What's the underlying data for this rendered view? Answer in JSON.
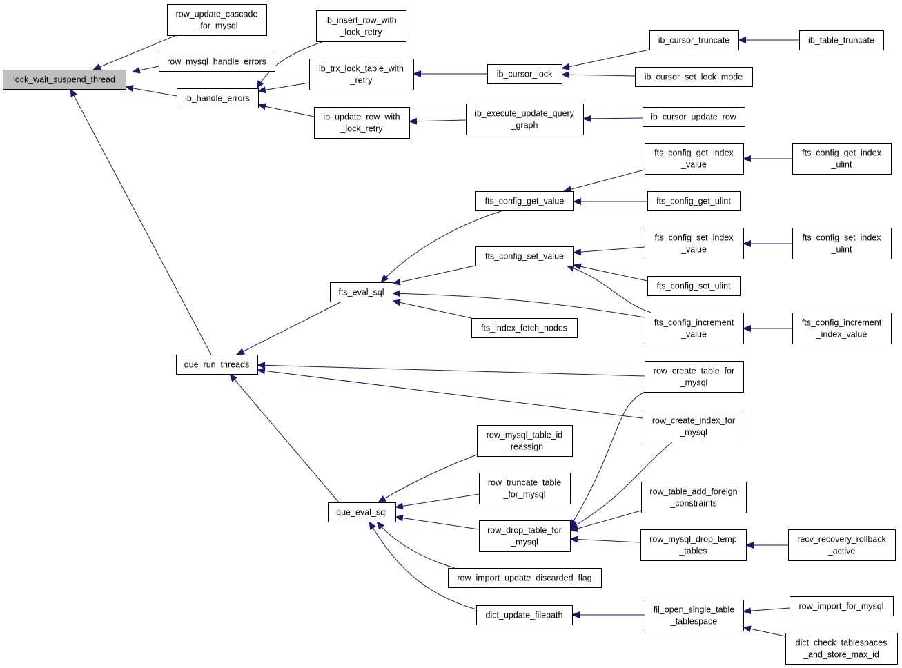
{
  "diagram": {
    "type": "call-graph",
    "edge_color": "#191970",
    "root_fill": "#bfbfbf",
    "nodes": [
      {
        "id": "lock_wait_suspend_thread",
        "lines": [
          "lock_wait_suspend_thread"
        ],
        "root": true
      },
      {
        "id": "row_update_cascade_for_mysql",
        "lines": [
          "row_update_cascade",
          "_for_mysql"
        ]
      },
      {
        "id": "row_mysql_handle_errors",
        "lines": [
          "row_mysql_handle_errors"
        ]
      },
      {
        "id": "ib_handle_errors",
        "lines": [
          "ib_handle_errors"
        ]
      },
      {
        "id": "que_run_threads",
        "lines": [
          "que_run_threads"
        ]
      },
      {
        "id": "ib_insert_row_with_lock_retry",
        "lines": [
          "ib_insert_row_with",
          "_lock_retry"
        ]
      },
      {
        "id": "ib_trx_lock_table_with_retry",
        "lines": [
          "ib_trx_lock_table_with",
          "_retry"
        ]
      },
      {
        "id": "ib_update_row_with_lock_retry",
        "lines": [
          "ib_update_row_with",
          "_lock_retry"
        ]
      },
      {
        "id": "ib_cursor_lock",
        "lines": [
          "ib_cursor_lock"
        ]
      },
      {
        "id": "ib_execute_update_query_graph",
        "lines": [
          "ib_execute_update_query",
          "_graph"
        ]
      },
      {
        "id": "ib_cursor_truncate",
        "lines": [
          "ib_cursor_truncate"
        ]
      },
      {
        "id": "ib_cursor_set_lock_mode",
        "lines": [
          "ib_cursor_set_lock_mode"
        ]
      },
      {
        "id": "ib_cursor_update_row",
        "lines": [
          "ib_cursor_update_row"
        ]
      },
      {
        "id": "ib_table_truncate",
        "lines": [
          "ib_table_truncate"
        ]
      },
      {
        "id": "fts_eval_sql",
        "lines": [
          "fts_eval_sql"
        ]
      },
      {
        "id": "que_eval_sql",
        "lines": [
          "que_eval_sql"
        ]
      },
      {
        "id": "fts_config_get_value",
        "lines": [
          "fts_config_get_value"
        ]
      },
      {
        "id": "fts_config_set_value",
        "lines": [
          "fts_config_set_value"
        ]
      },
      {
        "id": "fts_index_fetch_nodes",
        "lines": [
          "fts_index_fetch_nodes"
        ]
      },
      {
        "id": "fts_config_get_index_value",
        "lines": [
          "fts_config_get_index",
          "_value"
        ]
      },
      {
        "id": "fts_config_get_ulint",
        "lines": [
          "fts_config_get_ulint"
        ]
      },
      {
        "id": "fts_config_set_index_value",
        "lines": [
          "fts_config_set_index",
          "_value"
        ]
      },
      {
        "id": "fts_config_set_ulint",
        "lines": [
          "fts_config_set_ulint"
        ]
      },
      {
        "id": "fts_config_increment_value",
        "lines": [
          "fts_config_increment",
          "_value"
        ]
      },
      {
        "id": "fts_config_get_index_ulint",
        "lines": [
          "fts_config_get_index",
          "_ulint"
        ]
      },
      {
        "id": "fts_config_set_index_ulint",
        "lines": [
          "fts_config_set_index",
          "_ulint"
        ]
      },
      {
        "id": "fts_config_increment_index_value",
        "lines": [
          "fts_config_increment",
          "_index_value"
        ]
      },
      {
        "id": "row_create_table_for_mysql",
        "lines": [
          "row_create_table_for",
          "_mysql"
        ]
      },
      {
        "id": "row_create_index_for_mysql",
        "lines": [
          "row_create_index_for",
          "_mysql"
        ]
      },
      {
        "id": "row_mysql_table_id_reassign",
        "lines": [
          "row_mysql_table_id",
          "_reassign"
        ]
      },
      {
        "id": "row_truncate_table_for_mysql",
        "lines": [
          "row_truncate_table",
          "_for_mysql"
        ]
      },
      {
        "id": "row_drop_table_for_mysql",
        "lines": [
          "row_drop_table_for",
          "_mysql"
        ]
      },
      {
        "id": "row_import_update_discarded_flag",
        "lines": [
          "row_import_update_discarded_flag"
        ]
      },
      {
        "id": "dict_update_filepath",
        "lines": [
          "dict_update_filepath"
        ]
      },
      {
        "id": "row_table_add_foreign_constraints",
        "lines": [
          "row_table_add_foreign",
          "_constraints"
        ]
      },
      {
        "id": "row_mysql_drop_temp_tables",
        "lines": [
          "row_mysql_drop_temp",
          "_tables"
        ]
      },
      {
        "id": "recv_recovery_rollback_active",
        "lines": [
          "recv_recovery_rollback",
          "_active"
        ]
      },
      {
        "id": "fil_open_single_table_tablespace",
        "lines": [
          "fil_open_single_table",
          "_tablespace"
        ]
      },
      {
        "id": "row_import_for_mysql",
        "lines": [
          "row_import_for_mysql"
        ]
      },
      {
        "id": "dict_check_tablespaces_and_store_max_id",
        "lines": [
          "dict_check_tablespaces",
          "_and_store_max_id"
        ]
      }
    ],
    "edges": [
      {
        "from": "row_update_cascade_for_mysql",
        "to": "lock_wait_suspend_thread"
      },
      {
        "from": "row_mysql_handle_errors",
        "to": "lock_wait_suspend_thread"
      },
      {
        "from": "ib_handle_errors",
        "to": "lock_wait_suspend_thread"
      },
      {
        "from": "que_run_threads",
        "to": "lock_wait_suspend_thread"
      },
      {
        "from": "ib_insert_row_with_lock_retry",
        "to": "ib_handle_errors"
      },
      {
        "from": "ib_trx_lock_table_with_retry",
        "to": "ib_handle_errors"
      },
      {
        "from": "ib_update_row_with_lock_retry",
        "to": "ib_handle_errors"
      },
      {
        "from": "ib_cursor_lock",
        "to": "ib_trx_lock_table_with_retry"
      },
      {
        "from": "ib_cursor_truncate",
        "to": "ib_cursor_lock"
      },
      {
        "from": "ib_cursor_set_lock_mode",
        "to": "ib_cursor_lock"
      },
      {
        "from": "ib_table_truncate",
        "to": "ib_cursor_truncate"
      },
      {
        "from": "ib_execute_update_query_graph",
        "to": "ib_update_row_with_lock_retry"
      },
      {
        "from": "ib_cursor_update_row",
        "to": "ib_execute_update_query_graph"
      },
      {
        "from": "fts_eval_sql",
        "to": "que_run_threads"
      },
      {
        "from": "row_create_table_for_mysql",
        "to": "que_run_threads"
      },
      {
        "from": "row_create_index_for_mysql",
        "to": "que_run_threads"
      },
      {
        "from": "que_eval_sql",
        "to": "que_run_threads"
      },
      {
        "from": "fts_config_get_value",
        "to": "fts_eval_sql"
      },
      {
        "from": "fts_config_set_value",
        "to": "fts_eval_sql"
      },
      {
        "from": "fts_config_increment_value",
        "to": "fts_eval_sql"
      },
      {
        "from": "fts_index_fetch_nodes",
        "to": "fts_eval_sql"
      },
      {
        "from": "fts_config_get_index_value",
        "to": "fts_config_get_value"
      },
      {
        "from": "fts_config_get_ulint",
        "to": "fts_config_get_value"
      },
      {
        "from": "fts_config_set_index_value",
        "to": "fts_config_set_value"
      },
      {
        "from": "fts_config_set_ulint",
        "to": "fts_config_set_value"
      },
      {
        "from": "fts_config_increment_value",
        "to": "fts_config_set_value"
      },
      {
        "from": "fts_config_get_index_ulint",
        "to": "fts_config_get_index_value"
      },
      {
        "from": "fts_config_set_index_ulint",
        "to": "fts_config_set_index_value"
      },
      {
        "from": "fts_config_increment_index_value",
        "to": "fts_config_increment_value"
      },
      {
        "from": "row_mysql_table_id_reassign",
        "to": "que_eval_sql"
      },
      {
        "from": "row_truncate_table_for_mysql",
        "to": "que_eval_sql"
      },
      {
        "from": "row_drop_table_for_mysql",
        "to": "que_eval_sql"
      },
      {
        "from": "row_import_update_discarded_flag",
        "to": "que_eval_sql"
      },
      {
        "from": "dict_update_filepath",
        "to": "que_eval_sql"
      },
      {
        "from": "row_create_table_for_mysql",
        "to": "row_drop_table_for_mysql"
      },
      {
        "from": "row_create_index_for_mysql",
        "to": "row_drop_table_for_mysql"
      },
      {
        "from": "row_table_add_foreign_constraints",
        "to": "row_drop_table_for_mysql"
      },
      {
        "from": "row_mysql_drop_temp_tables",
        "to": "row_drop_table_for_mysql"
      },
      {
        "from": "recv_recovery_rollback_active",
        "to": "row_mysql_drop_temp_tables"
      },
      {
        "from": "fil_open_single_table_tablespace",
        "to": "dict_update_filepath"
      },
      {
        "from": "row_import_for_mysql",
        "to": "fil_open_single_table_tablespace"
      },
      {
        "from": "dict_check_tablespaces_and_store_max_id",
        "to": "fil_open_single_table_tablespace"
      }
    ]
  }
}
